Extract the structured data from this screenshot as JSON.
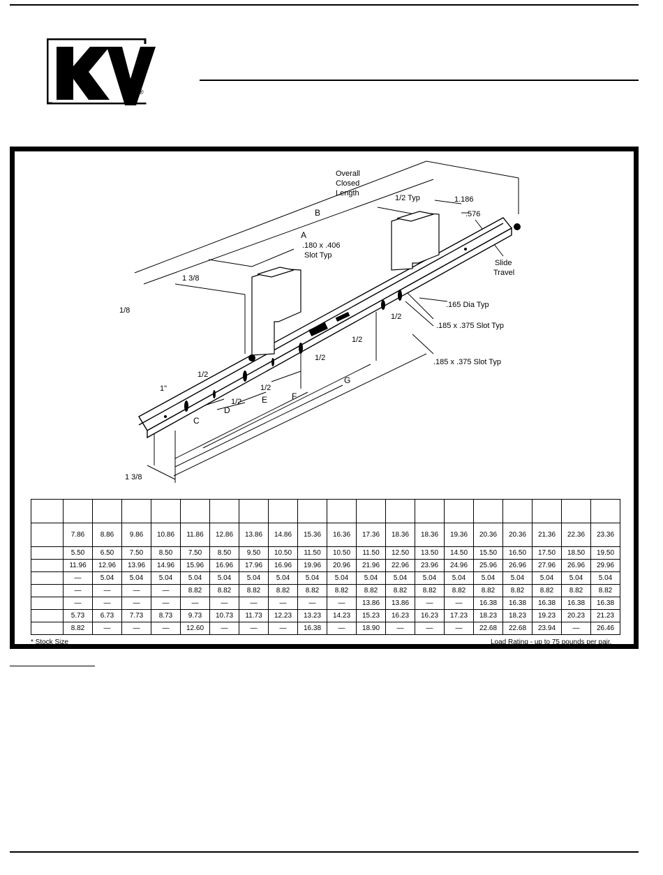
{
  "logo": {
    "text": "KV",
    "reg_mark": "®"
  },
  "drawing": {
    "labels": {
      "overall_closed_length": [
        "Overall",
        "Closed",
        "Length"
      ],
      "half_typ": "1/2 Typ",
      "w1186": "1.186",
      "w576": ".576",
      "b": "B",
      "a": "A",
      "slot_406": [
        ".180 x .406",
        "Slot Typ"
      ],
      "slide_travel": [
        "Slide",
        "Travel"
      ],
      "one_three_eighths_top": "1 3/8",
      "one_eighth": "1/8",
      "dia_165": ".165 Dia Typ",
      "slot_375_a": ".185 x .375 Slot Typ",
      "slot_375_b": ".185 x .375 Slot Typ",
      "half_1": "1/2",
      "half_2": "1/2",
      "half_3": "1/2",
      "half_4": "1/2",
      "half_5": "1/2",
      "half_6": "1/2",
      "g": "G",
      "f": "F",
      "e": "E",
      "d": "D",
      "c": "C",
      "one_inch": "1\"",
      "one_three_eighths_bottom": "1 3/8"
    }
  },
  "table": {
    "rows": [
      [
        "7.86",
        "8.86",
        "9.86",
        "10.86",
        "11.86",
        "12.86",
        "13.86",
        "14.86",
        "15.36",
        "16.36",
        "17.36",
        "18.36",
        "18.36",
        "19.36",
        "20.36",
        "20.36",
        "21.36",
        "22.36",
        "23.36"
      ],
      [
        "5.50",
        "6.50",
        "7.50",
        "8.50",
        "7.50",
        "8.50",
        "9.50",
        "10.50",
        "11.50",
        "10.50",
        "11.50",
        "12.50",
        "13.50",
        "14.50",
        "15.50",
        "16.50",
        "17.50",
        "18.50",
        "19.50"
      ],
      [
        "11.96",
        "12.96",
        "13.96",
        "14.96",
        "15.96",
        "16.96",
        "17.96",
        "16.96",
        "19.96",
        "20.96",
        "21.96",
        "22.96",
        "23.96",
        "24.96",
        "25.96",
        "26.96",
        "27.96",
        "26.96",
        "29.96"
      ],
      [
        "—",
        "5.04",
        "5.04",
        "5.04",
        "5.04",
        "5.04",
        "5.04",
        "5.04",
        "5.04",
        "5.04",
        "5.04",
        "5.04",
        "5.04",
        "5.04",
        "5.04",
        "5.04",
        "5.04",
        "5.04",
        "5.04"
      ],
      [
        "—",
        "—",
        "—",
        "—",
        "8.82",
        "8.82",
        "8.82",
        "8.82",
        "8.82",
        "8.82",
        "8.82",
        "8.82",
        "8.82",
        "8.82",
        "8.82",
        "8.82",
        "8.82",
        "8.82",
        "8.82"
      ],
      [
        "—",
        "—",
        "—",
        "—",
        "—",
        "—",
        "—",
        "—",
        "—",
        "—",
        "13.86",
        "13.86",
        "—",
        "—",
        "16.38",
        "16.38",
        "16.38",
        "16.38",
        "16.38"
      ],
      [
        "5.73",
        "6.73",
        "7.73",
        "8.73",
        "9.73",
        "10.73",
        "11.73",
        "12.23",
        "13.23",
        "14.23",
        "15.23",
        "16.23",
        "16.23",
        "17.23",
        "18.23",
        "18.23",
        "19.23",
        "20.23",
        "21.23"
      ],
      [
        "8.82",
        "—",
        "—",
        "—",
        "12.60",
        "—",
        "—",
        "—",
        "16.38",
        "—",
        "18.90",
        "—",
        "—",
        "—",
        "22.68",
        "22.68",
        "23.94",
        "—",
        "26.46"
      ]
    ]
  },
  "footer": {
    "stock": "* Stock Size",
    "load": "Load Rating - up to 75 pounds per pair."
  }
}
